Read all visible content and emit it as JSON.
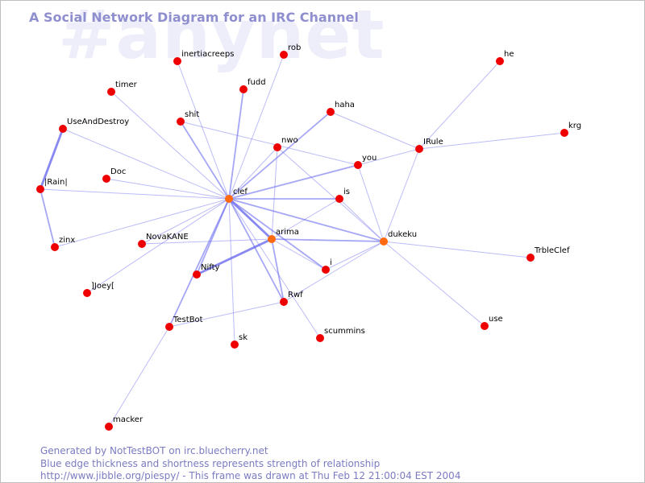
{
  "watermark": "#anynet",
  "title": "A Social Network Diagram for an IRC Channel",
  "footer": {
    "line1": "Generated by NotTestBOT on irc.bluecherry.net",
    "line2": "Blue edge thickness and shortness represents strength of relationship",
    "line3": "http://www.jibble.org/piespy/ - This frame was drawn at Thu Feb 12 21:00:04 EST 2004"
  },
  "colors": {
    "node": "#ee0000",
    "node_active": "#ff6a10",
    "edge": "#6a6af0",
    "title": "#8f8fd0",
    "watermark": "#eeeefb"
  },
  "nodes": [
    {
      "id": "inertiacreeps",
      "label": "inertiacreeps"
    },
    {
      "id": "rob",
      "label": "rob"
    },
    {
      "id": "he",
      "label": "he"
    },
    {
      "id": "timer",
      "label": "timer"
    },
    {
      "id": "fudd",
      "label": "fudd"
    },
    {
      "id": "haha",
      "label": "haha"
    },
    {
      "id": "UseAndDestroy",
      "label": "UseAndDestroy"
    },
    {
      "id": "shit",
      "label": "shit"
    },
    {
      "id": "nwo",
      "label": "nwo"
    },
    {
      "id": "IRule",
      "label": "IRule"
    },
    {
      "id": "krg",
      "label": "krg"
    },
    {
      "id": "you",
      "label": "you"
    },
    {
      "id": "Doc",
      "label": "Doc"
    },
    {
      "id": "IRain",
      "label": "|Rain|"
    },
    {
      "id": "clef",
      "label": "clef",
      "active": true
    },
    {
      "id": "is",
      "label": "is"
    },
    {
      "id": "arima",
      "label": "arima",
      "active": true
    },
    {
      "id": "dukeku",
      "label": "dukeku",
      "active": true
    },
    {
      "id": "zinx",
      "label": "zinx"
    },
    {
      "id": "NovaKANE",
      "label": "NovaKANE"
    },
    {
      "id": "TrbleClef",
      "label": "TrbleClef"
    },
    {
      "id": "Nifty",
      "label": "Nifty"
    },
    {
      "id": "i",
      "label": "i"
    },
    {
      "id": "Joey",
      "label": "]Joey["
    },
    {
      "id": "Rwf",
      "label": "Rwf"
    },
    {
      "id": "TestBot",
      "label": "TestBot"
    },
    {
      "id": "use",
      "label": "use"
    },
    {
      "id": "scummins",
      "label": "scummins"
    },
    {
      "id": "sk",
      "label": "sk"
    },
    {
      "id": "macker",
      "label": "macker"
    }
  ],
  "edges": [
    {
      "from": "clef",
      "to": "inertiacreeps",
      "weight": 1
    },
    {
      "from": "clef",
      "to": "rob",
      "weight": 1
    },
    {
      "from": "clef",
      "to": "fudd",
      "weight": 2
    },
    {
      "from": "clef",
      "to": "haha",
      "weight": 2
    },
    {
      "from": "clef",
      "to": "shit",
      "weight": 2
    },
    {
      "from": "clef",
      "to": "timer",
      "weight": 1
    },
    {
      "from": "clef",
      "to": "UseAndDestroy",
      "weight": 1
    },
    {
      "from": "clef",
      "to": "Doc",
      "weight": 1
    },
    {
      "from": "clef",
      "to": "IRain",
      "weight": 1
    },
    {
      "from": "clef",
      "to": "zinx",
      "weight": 1
    },
    {
      "from": "clef",
      "to": "NovaKANE",
      "weight": 1
    },
    {
      "from": "clef",
      "to": "Joey",
      "weight": 1
    },
    {
      "from": "clef",
      "to": "Nifty",
      "weight": 2
    },
    {
      "from": "clef",
      "to": "TestBot",
      "weight": 2
    },
    {
      "from": "clef",
      "to": "sk",
      "weight": 1
    },
    {
      "from": "clef",
      "to": "scummins",
      "weight": 1
    },
    {
      "from": "clef",
      "to": "Rwf",
      "weight": 2
    },
    {
      "from": "clef",
      "to": "i",
      "weight": 2
    },
    {
      "from": "clef",
      "to": "arima",
      "weight": 3
    },
    {
      "from": "clef",
      "to": "dukeku",
      "weight": 2
    },
    {
      "from": "clef",
      "to": "is",
      "weight": 2
    },
    {
      "from": "clef",
      "to": "you",
      "weight": 2
    },
    {
      "from": "clef",
      "to": "nwo",
      "weight": 1
    },
    {
      "from": "UseAndDestroy",
      "to": "IRain",
      "weight": 3
    },
    {
      "from": "IRain",
      "to": "zinx",
      "weight": 2
    },
    {
      "from": "shit",
      "to": "you",
      "weight": 1
    },
    {
      "from": "nwo",
      "to": "arima",
      "weight": 1
    },
    {
      "from": "nwo",
      "to": "dukeku",
      "weight": 1
    },
    {
      "from": "haha",
      "to": "IRule",
      "weight": 1
    },
    {
      "from": "you",
      "to": "IRule",
      "weight": 1
    },
    {
      "from": "IRule",
      "to": "he",
      "weight": 1
    },
    {
      "from": "IRule",
      "to": "krg",
      "weight": 1
    },
    {
      "from": "IRule",
      "to": "dukeku",
      "weight": 1
    },
    {
      "from": "you",
      "to": "dukeku",
      "weight": 1
    },
    {
      "from": "is",
      "to": "arima",
      "weight": 1
    },
    {
      "from": "is",
      "to": "dukeku",
      "weight": 1
    },
    {
      "from": "arima",
      "to": "NovaKANE",
      "weight": 1
    },
    {
      "from": "arima",
      "to": "Nifty",
      "weight": 3
    },
    {
      "from": "arima",
      "to": "i",
      "weight": 1
    },
    {
      "from": "arima",
      "to": "Rwf",
      "weight": 2
    },
    {
      "from": "arima",
      "to": "dukeku",
      "weight": 2
    },
    {
      "from": "dukeku",
      "to": "i",
      "weight": 1
    },
    {
      "from": "dukeku",
      "to": "TrbleClef",
      "weight": 1
    },
    {
      "from": "dukeku",
      "to": "use",
      "weight": 1
    },
    {
      "from": "dukeku",
      "to": "Rwf",
      "weight": 1
    },
    {
      "from": "Rwf",
      "to": "TestBot",
      "weight": 1
    },
    {
      "from": "TestBot",
      "to": "macker",
      "weight": 1
    }
  ]
}
